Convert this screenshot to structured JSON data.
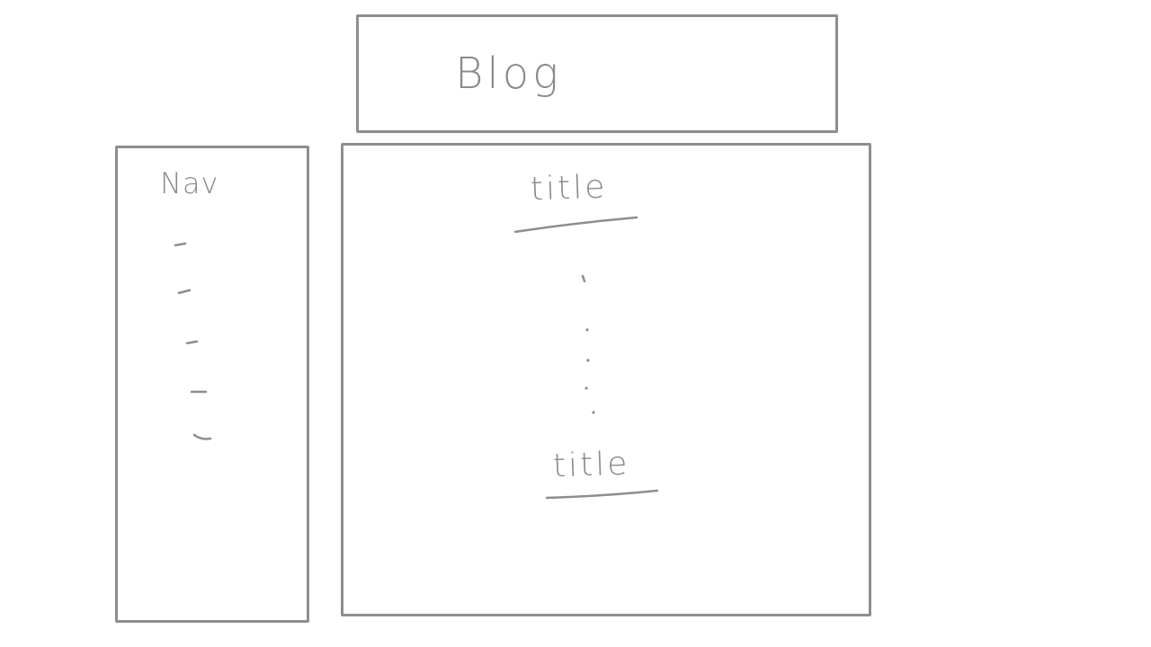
{
  "header": {
    "title": "Blog"
  },
  "nav": {
    "heading": "Nav",
    "item_count": 5
  },
  "main": {
    "posts": [
      {
        "title": "title"
      },
      {
        "title": "title"
      }
    ]
  },
  "colors": {
    "sketch_stroke": "#8e8e8e",
    "background": "#ffffff"
  }
}
